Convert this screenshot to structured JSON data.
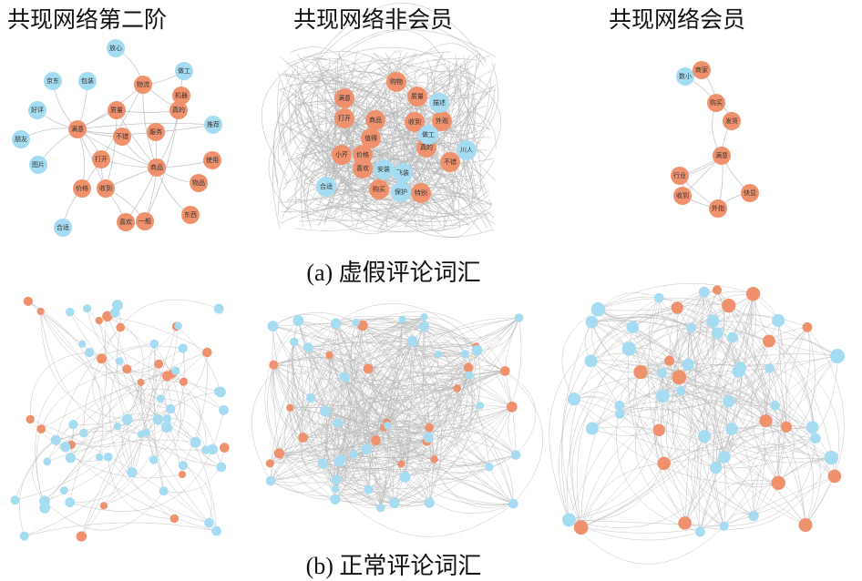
{
  "titles": {
    "panel1": "共现网络第二阶",
    "panel2": "共现网络非会员",
    "panel3": "共现网络会员"
  },
  "captions": {
    "a": "(a) 虚假评论词汇",
    "b": "(b) 正常评论词汇"
  },
  "colors": {
    "hub": "#f0916e",
    "leaf": "#a6dcf2",
    "edge": "#b8b8b8"
  },
  "networks": {
    "fake_second_order": [
      {
        "label": "放心",
        "type": "leaf"
      },
      {
        "label": "京东",
        "type": "leaf"
      },
      {
        "label": "包装",
        "type": "leaf"
      },
      {
        "label": "做工",
        "type": "leaf"
      },
      {
        "label": "物流",
        "type": "hub"
      },
      {
        "label": "机器",
        "type": "hub"
      },
      {
        "label": "质量",
        "type": "hub"
      },
      {
        "label": "好评",
        "type": "leaf"
      },
      {
        "label": "真的",
        "type": "hub"
      },
      {
        "label": "满意",
        "type": "hub"
      },
      {
        "label": "推荐",
        "type": "leaf"
      },
      {
        "label": "服务",
        "type": "hub"
      },
      {
        "label": "不错",
        "type": "hub"
      },
      {
        "label": "朋友",
        "type": "leaf"
      },
      {
        "label": "打开",
        "type": "hub"
      },
      {
        "label": "商品",
        "type": "hub"
      },
      {
        "label": "使用",
        "type": "hub"
      },
      {
        "label": "图片",
        "type": "leaf"
      },
      {
        "label": "价格",
        "type": "hub"
      },
      {
        "label": "收到",
        "type": "hub"
      },
      {
        "label": "物品",
        "type": "hub"
      },
      {
        "label": "东西",
        "type": "hub"
      },
      {
        "label": "合适",
        "type": "leaf"
      },
      {
        "label": "喜欢",
        "type": "hub"
      },
      {
        "label": "一般",
        "type": "hub"
      }
    ],
    "fake_non_member": [
      {
        "label": "购物",
        "type": "hub"
      },
      {
        "label": "满意",
        "type": "hub"
      },
      {
        "label": "质量",
        "type": "hub"
      },
      {
        "label": "打开",
        "type": "hub"
      },
      {
        "label": "商品",
        "type": "hub"
      },
      {
        "label": "收到",
        "type": "hub"
      },
      {
        "label": "外观",
        "type": "hub"
      },
      {
        "label": "值得",
        "type": "hub"
      },
      {
        "label": "真的",
        "type": "hub"
      },
      {
        "label": "不错",
        "type": "hub"
      },
      {
        "label": "小芹",
        "type": "hub"
      },
      {
        "label": "价格",
        "type": "hub"
      },
      {
        "label": "喜欢",
        "type": "hub"
      },
      {
        "label": "购买",
        "type": "hub"
      },
      {
        "label": "特别",
        "type": "hub"
      },
      {
        "label": "描述",
        "type": "leaf"
      },
      {
        "label": "做工",
        "type": "leaf"
      },
      {
        "label": "川人",
        "type": "leaf"
      },
      {
        "label": "安装",
        "type": "leaf"
      },
      {
        "label": "飞装",
        "type": "leaf"
      },
      {
        "label": "合适",
        "type": "leaf"
      },
      {
        "label": "保护",
        "type": "leaf"
      }
    ],
    "fake_member": [
      {
        "label": "数小",
        "type": "leaf"
      },
      {
        "label": "商家",
        "type": "hub"
      },
      {
        "label": "购买",
        "type": "hub"
      },
      {
        "label": "发货",
        "type": "hub"
      },
      {
        "label": "满意",
        "type": "hub"
      },
      {
        "label": "行业",
        "type": "hub"
      },
      {
        "label": "收到",
        "type": "hub"
      },
      {
        "label": "外指",
        "type": "hub"
      },
      {
        "label": "快显",
        "type": "hub"
      }
    ]
  }
}
